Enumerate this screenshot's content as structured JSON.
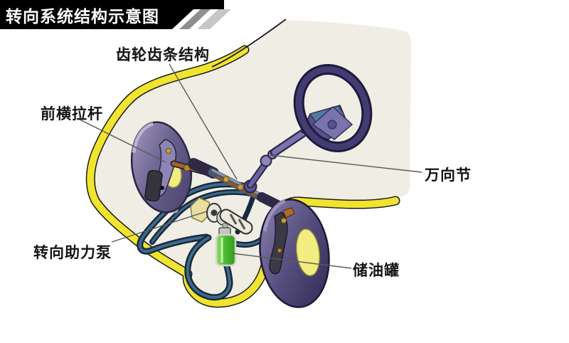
{
  "title_banner": {
    "text": "转向系统结构示意图",
    "bg_color": "#000000",
    "text_color": "#ffffff",
    "stripe_colors": [
      "#8e8e8e",
      "#c6c6c6"
    ]
  },
  "diagram": {
    "background_color": "#ffffff",
    "car_body_fill": "#f0ede4",
    "car_outline_color": "#f0e430",
    "leader_line_color": "#5a5a5a",
    "labels": [
      {
        "id": "rack-pinion-structure",
        "text": "齿轮齿条结构"
      },
      {
        "id": "front-tie-rod",
        "text": "前横拉杆"
      },
      {
        "id": "universal-joint",
        "text": "万向节"
      },
      {
        "id": "power-steering-pump",
        "text": "转向助力泵"
      },
      {
        "id": "oil-reservoir",
        "text": "储油罐"
      }
    ],
    "illustrated_parts": [
      "steering-wheel",
      "steering-column",
      "universal-joint",
      "rack-and-pinion-assembly",
      "front-tie-rod",
      "left-front-wheel",
      "right-front-wheel",
      "power-steering-pump",
      "oil-reservoir-bottle",
      "hydraulic-hoses",
      "car-body-outline"
    ],
    "part_colors": {
      "wheel_purple": "#67608c",
      "hub_yellow": "#f2ed80",
      "steering_wheel_navy": "#332e5a",
      "hose_dark_blue": "#17293c",
      "reservoir_green": "#4cbb34",
      "tie_rod_brown": "#9a6630",
      "pump_body_cream": "#ece8da"
    }
  }
}
